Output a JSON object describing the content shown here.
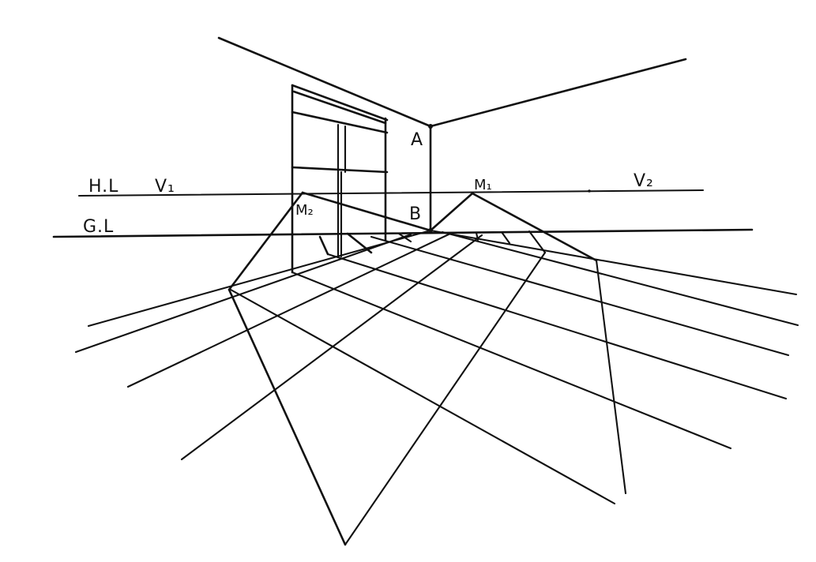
{
  "labels": {
    "horizon_line": "H.L",
    "v1": "V₁",
    "v2": "V₂",
    "m1": "M₁",
    "m2": "M₂",
    "a": "A",
    "b": "B",
    "ground_line": "G.L"
  },
  "colors": {
    "ink": "#111111",
    "paper": "#ffffff"
  }
}
